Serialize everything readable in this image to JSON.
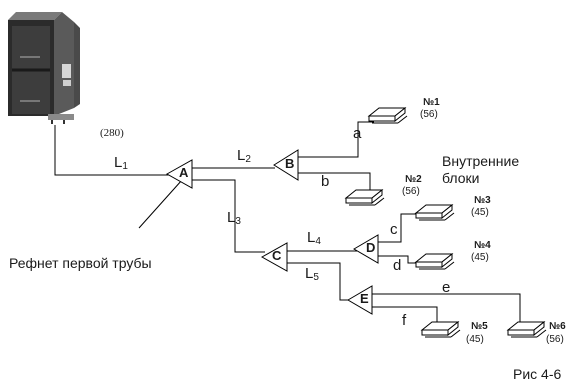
{
  "outdoor_unit": {
    "capacity": "(280)"
  },
  "segments": {
    "l1": "L",
    "l1_sub": "1",
    "l2": "L",
    "l2_sub": "2",
    "l3": "L",
    "l3_sub": "3",
    "l4": "L",
    "l4_sub": "4",
    "l5": "L",
    "l5_sub": "5"
  },
  "branches": {
    "a": "a",
    "b": "b",
    "c": "c",
    "d": "d",
    "e": "e",
    "f": "f"
  },
  "refnets": {
    "A": "A",
    "B": "B",
    "C": "C",
    "D": "D",
    "E": "E"
  },
  "indoor_units": [
    {
      "number": "№1",
      "capacity": "(56)"
    },
    {
      "number": "№2",
      "capacity": "(56)"
    },
    {
      "number": "№3",
      "capacity": "(45)"
    },
    {
      "number": "№4",
      "capacity": "(45)"
    },
    {
      "number": "№5",
      "capacity": "(45)"
    },
    {
      "number": "№6",
      "capacity": "(56)"
    }
  ],
  "labels": {
    "indoor_units": "Внутренние\nблоки",
    "first_refnet": "Рефнет первой трубы",
    "figure": "Рис 4-6"
  }
}
